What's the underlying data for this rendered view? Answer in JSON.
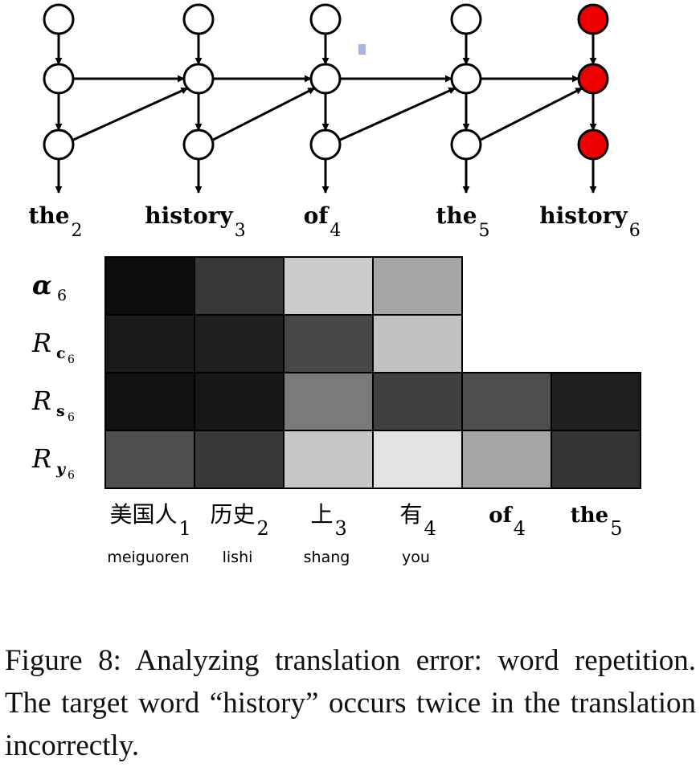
{
  "diagram": {
    "target_words": [
      {
        "word": "the",
        "index": "2",
        "highlight": false
      },
      {
        "word": "history",
        "index": "3",
        "highlight": false
      },
      {
        "word": "of",
        "index": "4",
        "highlight": false
      },
      {
        "word": "the",
        "index": "5",
        "highlight": false
      },
      {
        "word": "history",
        "index": "6",
        "highlight": true
      }
    ],
    "highlight_color": "#ee0000",
    "marker_color": "#a8b4e0"
  },
  "heatmap": {
    "rows": [
      {
        "symbol": "α",
        "subscript": "6",
        "sub_sub": ""
      },
      {
        "symbol": "R",
        "subscript": "c",
        "sub_sub": "6"
      },
      {
        "symbol": "R",
        "subscript": "s",
        "sub_sub": "6"
      },
      {
        "symbol": "R",
        "subscript": "y",
        "sub_sub": "6"
      }
    ],
    "columns": [
      {
        "label": "美国人",
        "index": "1",
        "pinyin": "meiguoren",
        "bold": false
      },
      {
        "label": "历史",
        "index": "2",
        "pinyin": "lishi",
        "bold": false
      },
      {
        "label": "上",
        "index": "3",
        "pinyin": "shang",
        "bold": false
      },
      {
        "label": "有",
        "index": "4",
        "pinyin": "you",
        "bold": false
      },
      {
        "label": "of",
        "index": "4",
        "pinyin": "",
        "bold": true
      },
      {
        "label": "the",
        "index": "5",
        "pinyin": "",
        "bold": true
      }
    ],
    "gray_levels": [
      [
        0.05,
        0.22,
        0.8,
        0.65,
        null,
        null
      ],
      [
        0.1,
        0.12,
        0.28,
        0.76,
        null,
        null
      ],
      [
        0.07,
        0.09,
        0.48,
        0.25,
        0.3,
        0.12
      ],
      [
        0.3,
        0.22,
        0.78,
        0.89,
        0.65,
        0.2
      ]
    ]
  },
  "caption": "Figure 8: Analyzing translation error: word repetition. The target word “history” occurs twice in the translation incorrectly."
}
